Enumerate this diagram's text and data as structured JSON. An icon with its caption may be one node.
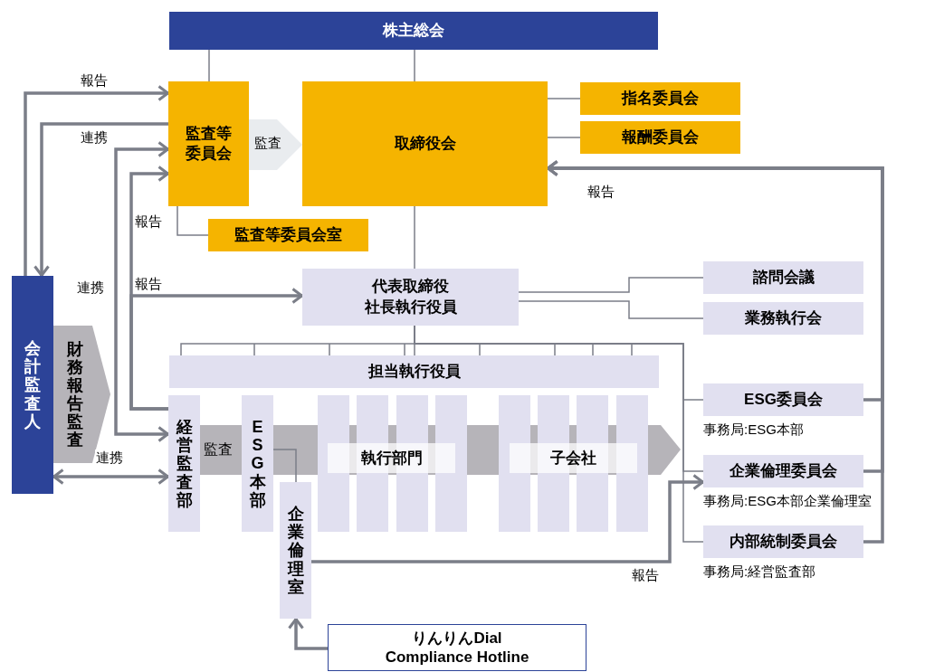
{
  "diagram": {
    "nodes": [
      {
        "text": [
          "株主総会"
        ]
      },
      {
        "text": [
          "監査等委員会"
        ]
      },
      {
        "text": [
          "取締役会"
        ]
      },
      {
        "text": [
          "指名委員会"
        ]
      },
      {
        "text": [
          "報酬委員会"
        ]
      },
      {
        "text": [
          "監査等委員会室"
        ]
      },
      {
        "text": [
          "代表取締役社長執行役員"
        ]
      },
      {
        "text": [
          "諮問会議"
        ]
      },
      {
        "text": [
          "業務執行会"
        ]
      },
      {
        "text": [
          "会計監査人"
        ]
      },
      {
        "text": [
          "財務報告監査"
        ]
      },
      {
        "text": [
          "担当執行役員"
        ]
      },
      {
        "text": [
          "経営監査部"
        ]
      },
      {
        "text": [
          "ESG本部"
        ]
      },
      {
        "text": [
          "企業倫理室"
        ]
      },
      {
        "text": [],
        "shape": "bar"
      },
      {
        "text": [],
        "shape": "bar"
      },
      {
        "text": [],
        "shape": "bar"
      },
      {
        "text": [],
        "shape": "bar"
      },
      {
        "text": [
          "執行部門"
        ]
      },
      {
        "text": [],
        "shape": "bar"
      },
      {
        "text": [],
        "shape": "bar"
      },
      {
        "text": [],
        "shape": "bar"
      },
      {
        "text": [],
        "shape": "bar"
      },
      {
        "text": [
          "子会社"
        ]
      },
      {
        "text": [
          "ESG委員会"
        ],
        "beside": [
          "事務局:ESG本部"
        ]
      },
      {
        "text": [
          "企業倫理委員会"
        ],
        "beside": [
          "事務局:ESG本部企業倫理室"
        ]
      },
      {
        "text": [
          "内部統制委員会"
        ],
        "beside": [
          "事務局:経営監査部"
        ]
      },
      {
        "text": [
          "りんりんDial Compliance Hotline"
        ]
      }
    ],
    "edges": [
      {
        "from": 0,
        "to": 1,
        "arrow": "none"
      },
      {
        "from": 0,
        "to": 2,
        "arrow": "none"
      },
      {
        "from": 2,
        "to": 3,
        "arrow": "none"
      },
      {
        "from": 2,
        "to": 4,
        "arrow": "none"
      },
      {
        "from": 1,
        "to": 2,
        "arrow": "to",
        "label": "監査",
        "style": "thick",
        "color": "#e9ecef"
      },
      {
        "from": 1,
        "to": 5,
        "arrow": "none"
      },
      {
        "from": 9,
        "to": 1,
        "arrow": "to",
        "label": "報告",
        "style": "thick"
      },
      {
        "from": 1,
        "to": 9,
        "arrow": "to",
        "label": "連携",
        "style": "thick"
      },
      {
        "from": 12,
        "to": 1,
        "arrow": "both",
        "label": "連携",
        "style": "thick"
      },
      {
        "from": 12,
        "to": 1,
        "arrow": "to",
        "label": "報告",
        "style": "thick"
      },
      {
        "from": 12,
        "to": 6,
        "arrow": "to",
        "label": "報告",
        "style": "thick"
      },
      {
        "from": 9,
        "to": 12,
        "arrow": "both",
        "label": "連携",
        "style": "thick"
      },
      {
        "from": 2,
        "to": 6,
        "arrow": "none"
      },
      {
        "from": 6,
        "to": 7,
        "arrow": "none"
      },
      {
        "from": 6,
        "to": 8,
        "arrow": "none"
      },
      {
        "from": 6,
        "to": 11,
        "arrow": "none"
      },
      {
        "from": 6,
        "to": 25,
        "arrow": "none"
      },
      {
        "from": 6,
        "to": 26,
        "arrow": "none"
      },
      {
        "from": 6,
        "to": 27,
        "arrow": "none"
      },
      {
        "from": 13,
        "to": 14,
        "arrow": "none"
      },
      {
        "from": 14,
        "to": 26,
        "arrow": "to",
        "label": "報告",
        "style": "thick"
      },
      {
        "from": 25,
        "to": 2,
        "arrow": "to",
        "label": "報告",
        "style": "thick"
      },
      {
        "from": 26,
        "to": 2,
        "arrow": "to",
        "style": "thick"
      },
      {
        "from": 27,
        "to": 2,
        "arrow": "to",
        "style": "thick"
      },
      {
        "from": 28,
        "to": 14,
        "arrow": "to",
        "style": "thick"
      }
    ],
    "labels": [
      "監査"
    ]
  }
}
